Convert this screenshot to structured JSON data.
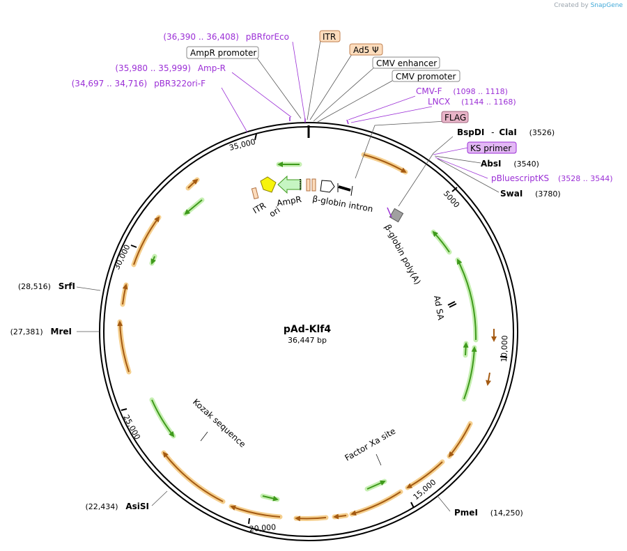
{
  "watermark": {
    "created_by": "Created by",
    "brand": "SnapGene"
  },
  "plasmid": {
    "name": "pAd-Klf4",
    "size": "36,447 bp"
  },
  "ticks": [
    "35,000",
    "5000",
    "10,000",
    "15,000",
    "20,000",
    "25,000",
    "30,000"
  ],
  "sites": {
    "pbrforeco": {
      "pos": "(36,390 .. 36,408)",
      "name": "pBRforEco"
    },
    "ampr_promoter": {
      "name": "AmpR promoter"
    },
    "ampr": {
      "pos": "(35,980 .. 35,999)",
      "name": "Amp-R"
    },
    "pbr322ori": {
      "pos": "(34,697 .. 34,716)",
      "name": "pBR322ori-F"
    },
    "itr": {
      "name": "ITR"
    },
    "ad5": {
      "name": "Ad5 Ψ"
    },
    "cmv_enh": {
      "name": "CMV enhancer"
    },
    "cmv_prom": {
      "name": "CMV promoter"
    },
    "cmvf": {
      "name": "CMV-F",
      "pos": "(1098 .. 1118)"
    },
    "lncx": {
      "name": "LNCX",
      "pos": "(1144 .. 1168)"
    },
    "flag": {
      "name": "FLAG"
    },
    "bspdi": {
      "name": "BspDI",
      "sep": "-",
      "name2": "ClaI",
      "pos": "(3526)"
    },
    "ks": {
      "name": "KS primer"
    },
    "absi": {
      "name": "AbsI",
      "pos": "(3540)"
    },
    "pbluescript": {
      "name": "pBluescriptKS",
      "pos": "(3528 .. 3544)"
    },
    "swai": {
      "name": "SwaI",
      "pos": "(3780)"
    },
    "srfi": {
      "pos": "(28,516)",
      "name": "SrfI"
    },
    "srfi2": {
      "pos": "(27,381)",
      "name": "MreI"
    },
    "asisi": {
      "pos": "(22,434)",
      "name": "AsiSI"
    },
    "pmei": {
      "name": "PmeI",
      "pos": "(14,250)"
    }
  },
  "features": {
    "itr": "ITR",
    "ori": "ori",
    "ampr": "AmpR",
    "bglobin_intron": "β-globin intron",
    "bglobin_polya": "β-globin poly(A)",
    "ad_sa": "Ad SA",
    "factor_xa": "Factor Xa site",
    "kozak": "Kozak sequence"
  },
  "colors": {
    "orange_fill": "#f5cf8e",
    "orange_arrow": "#a45a12",
    "green_fill": "#c6efb2",
    "green_arrow": "#3f9a1c",
    "purple": "#9b2fd6",
    "itr_box": "#fcdcbc",
    "flag_box": "#e8b4c8",
    "ks_box": "#e3b8f5"
  }
}
